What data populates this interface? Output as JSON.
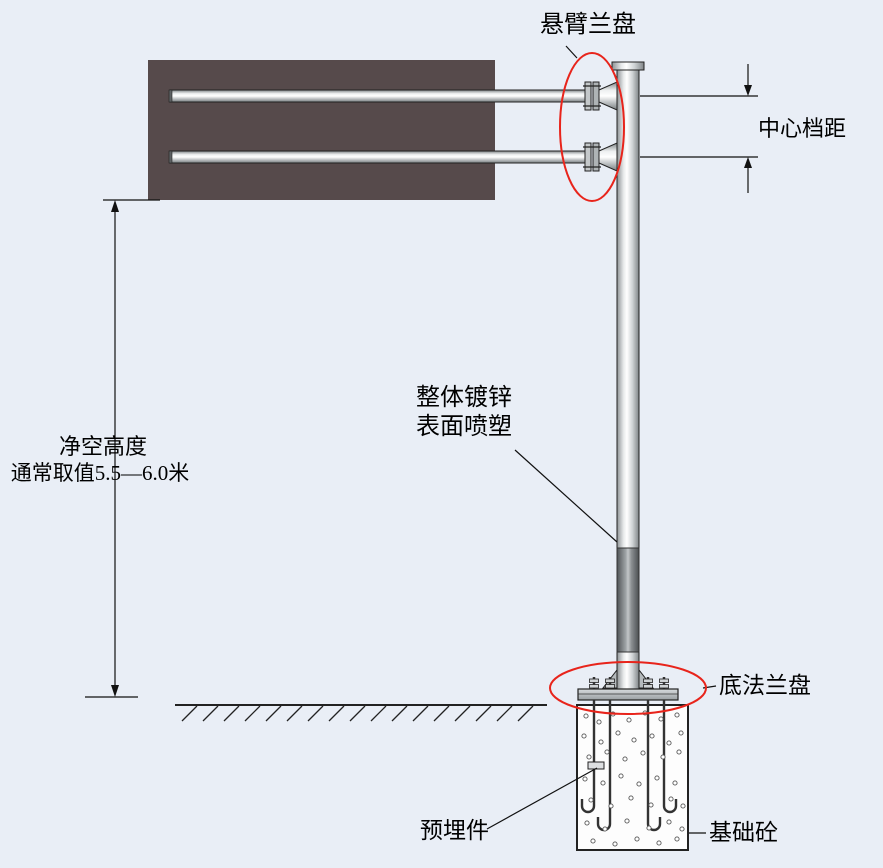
{
  "labels": {
    "arm_flange": "悬臂兰盘",
    "center_spacing": "中心档距",
    "clearance_line1": "净空高度",
    "clearance_line2": "通常取值5.5—6.0米",
    "coating_line1": "整体镀锌",
    "coating_line2": "表面喷塑",
    "base_flange": "底法兰盘",
    "embedded_part": "预埋件",
    "foundation_concrete": "基础砼"
  },
  "colors": {
    "background": "#e9eef6",
    "sign_board": "#564a4b",
    "highlight": "#e8241b",
    "outline": "#1a1a1a"
  }
}
